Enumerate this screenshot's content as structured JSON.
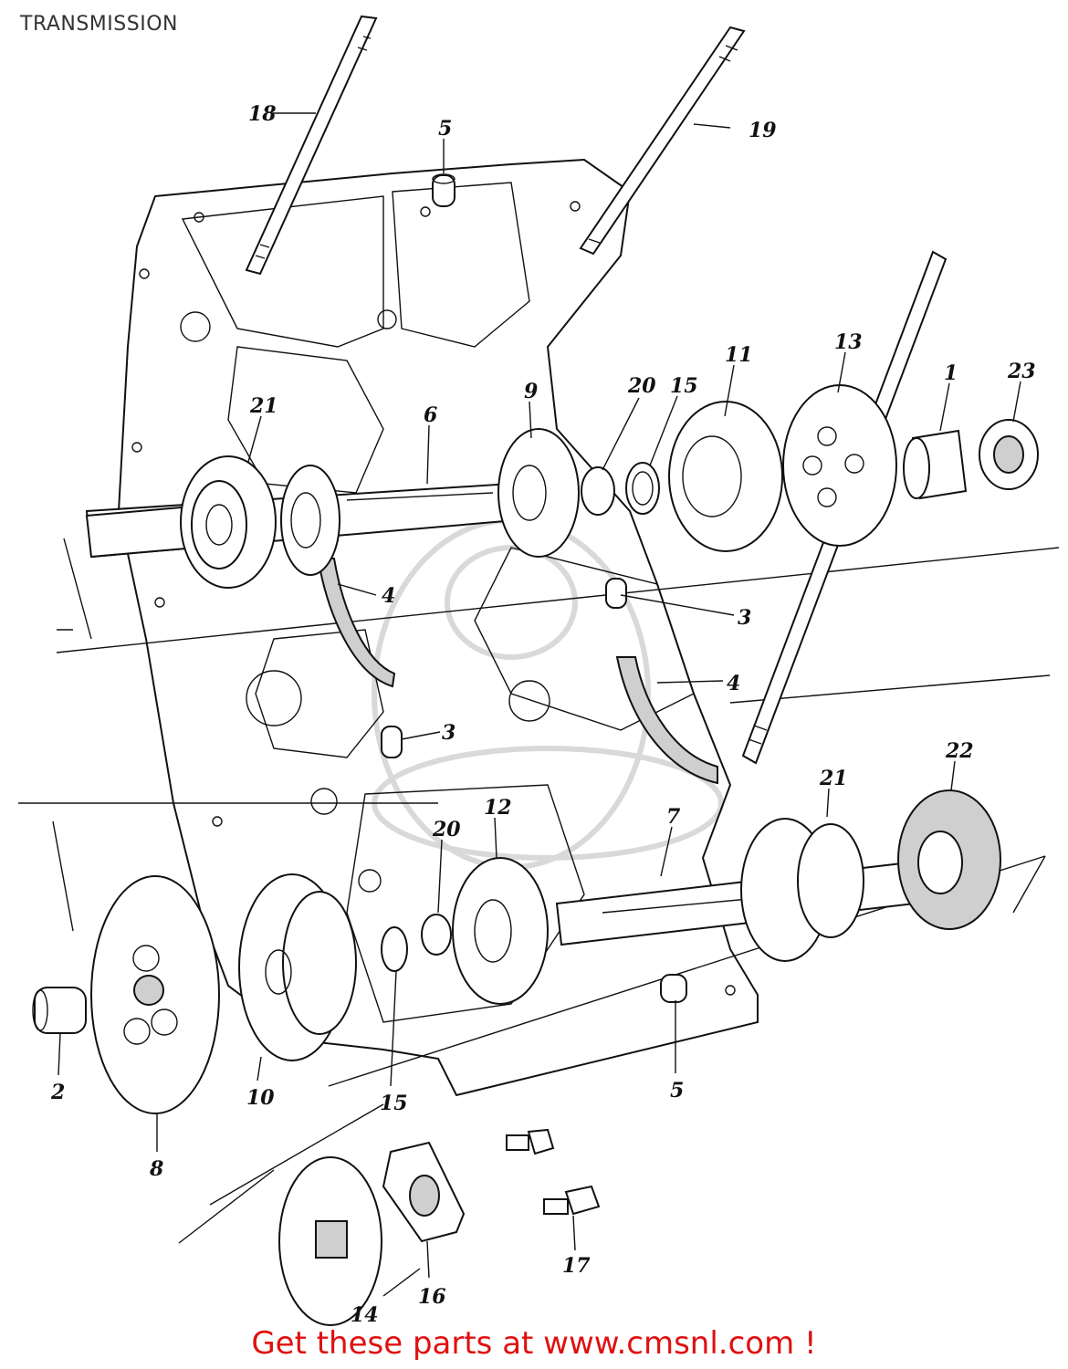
{
  "title": "TRANSMISSION",
  "footer": "Get these parts at www.cmsnl.com !",
  "colors": {
    "footer_text": "#e01010",
    "title_text": "#333333",
    "line_art": "#111111"
  },
  "callouts": [
    {
      "id": "c18",
      "text": "18"
    },
    {
      "id": "c5a",
      "text": "5"
    },
    {
      "id": "c19",
      "text": "19"
    },
    {
      "id": "c11",
      "text": "11"
    },
    {
      "id": "c13",
      "text": "13"
    },
    {
      "id": "c1",
      "text": "1"
    },
    {
      "id": "c23",
      "text": "23"
    },
    {
      "id": "c20a",
      "text": "20"
    },
    {
      "id": "c15a",
      "text": "15"
    },
    {
      "id": "c9",
      "text": "9"
    },
    {
      "id": "c21a",
      "text": "21"
    },
    {
      "id": "c6",
      "text": "6"
    },
    {
      "id": "c4a",
      "text": "4"
    },
    {
      "id": "c3a",
      "text": "3"
    },
    {
      "id": "c4b",
      "text": "4"
    },
    {
      "id": "c3b",
      "text": "3"
    },
    {
      "id": "c22",
      "text": "22"
    },
    {
      "id": "c21b",
      "text": "21"
    },
    {
      "id": "c12",
      "text": "12"
    },
    {
      "id": "c20b",
      "text": "20"
    },
    {
      "id": "c7",
      "text": "7"
    },
    {
      "id": "c2",
      "text": "2"
    },
    {
      "id": "c8",
      "text": "8"
    },
    {
      "id": "c10",
      "text": "10"
    },
    {
      "id": "c15b",
      "text": "15"
    },
    {
      "id": "c5b",
      "text": "5"
    },
    {
      "id": "c14",
      "text": "14"
    },
    {
      "id": "c16",
      "text": "16"
    },
    {
      "id": "c17",
      "text": "17"
    }
  ]
}
